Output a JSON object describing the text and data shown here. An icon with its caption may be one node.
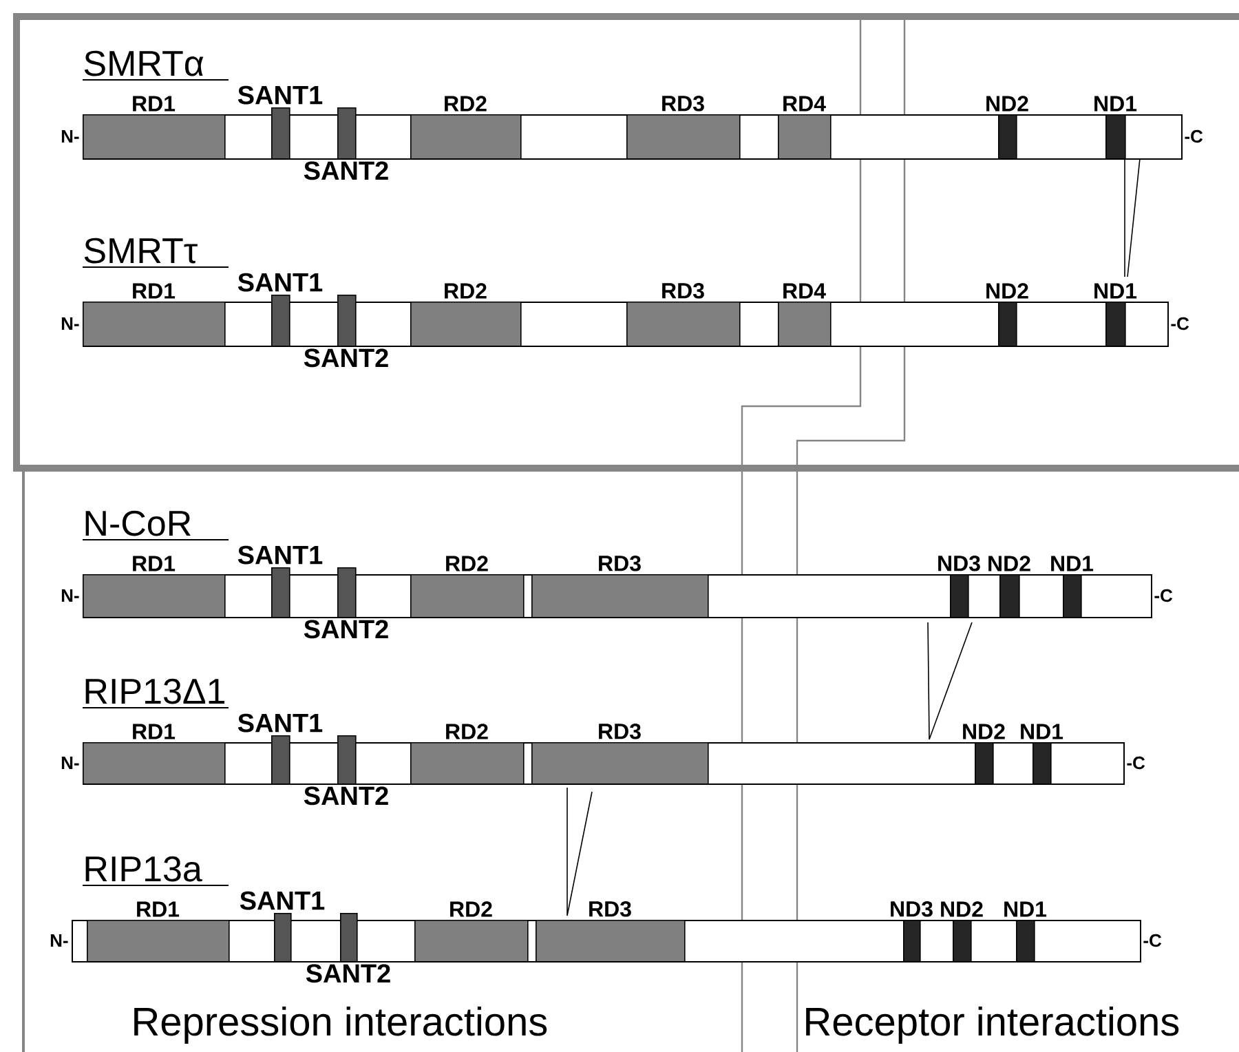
{
  "diagram": {
    "nodes": [
      {
        "text": [
          "SMRTα"
        ],
        "beside": [
          "N-",
          "-C"
        ]
      },
      {
        "text": [
          "RD1"
        ],
        "in": 0
      },
      {
        "text": [
          "SANT1"
        ],
        "in": 0
      },
      {
        "text": [
          "SANT2"
        ],
        "in": 0
      },
      {
        "text": [
          "RD2"
        ],
        "in": 0
      },
      {
        "text": [
          "RD3"
        ],
        "in": 0
      },
      {
        "text": [
          "RD4"
        ],
        "in": 0
      },
      {
        "text": [
          "ND2"
        ],
        "in": 0
      },
      {
        "text": [
          "ND1"
        ],
        "in": 0
      },
      {
        "text": [
          "SMRTτ"
        ],
        "beside": [
          "N-",
          "-C"
        ]
      },
      {
        "text": [
          "RD1"
        ],
        "in": 9
      },
      {
        "text": [
          "SANT1"
        ],
        "in": 9
      },
      {
        "text": [
          "SANT2"
        ],
        "in": 9
      },
      {
        "text": [
          "RD2"
        ],
        "in": 9
      },
      {
        "text": [
          "RD3"
        ],
        "in": 9
      },
      {
        "text": [
          "RD4"
        ],
        "in": 9
      },
      {
        "text": [
          "ND2"
        ],
        "in": 9
      },
      {
        "text": [
          "ND1"
        ],
        "in": 9
      },
      {
        "text": [
          "N-CoR"
        ],
        "beside": [
          "N-",
          "-C"
        ]
      },
      {
        "text": [
          "RD1"
        ],
        "in": 18
      },
      {
        "text": [
          "SANT1"
        ],
        "in": 18
      },
      {
        "text": [
          "SANT2"
        ],
        "in": 18
      },
      {
        "text": [
          "RD2"
        ],
        "in": 18
      },
      {
        "text": [
          "RD3"
        ],
        "in": 18
      },
      {
        "text": [
          "ND3"
        ],
        "in": 18
      },
      {
        "text": [
          "ND2"
        ],
        "in": 18
      },
      {
        "text": [
          "ND1"
        ],
        "in": 18
      },
      {
        "text": [
          "RIP13Δ1"
        ],
        "beside": [
          "N-",
          "-C"
        ]
      },
      {
        "text": [
          "RD1"
        ],
        "in": 27
      },
      {
        "text": [
          "SANT1"
        ],
        "in": 27
      },
      {
        "text": [
          "SANT2"
        ],
        "in": 27
      },
      {
        "text": [
          "RD2"
        ],
        "in": 27
      },
      {
        "text": [
          "RD3"
        ],
        "in": 27
      },
      {
        "text": [
          "ND2"
        ],
        "in": 27
      },
      {
        "text": [
          "ND1"
        ],
        "in": 27
      },
      {
        "text": [
          "RIP13a"
        ],
        "beside": [
          "N-",
          "-C"
        ]
      },
      {
        "text": [
          "RD1"
        ],
        "in": 35
      },
      {
        "text": [
          "SANT1"
        ],
        "in": 35
      },
      {
        "text": [
          "SANT2"
        ],
        "in": 35
      },
      {
        "text": [
          "RD2"
        ],
        "in": 35
      },
      {
        "text": [
          "RD3"
        ],
        "in": 35
      },
      {
        "text": [
          "ND3"
        ],
        "in": 35
      },
      {
        "text": [
          "ND2"
        ],
        "in": 35
      },
      {
        "text": [
          "ND1"
        ],
        "in": 35
      }
    ],
    "labels": [
      "Repression interactions",
      "Receptor interactions"
    ]
  }
}
